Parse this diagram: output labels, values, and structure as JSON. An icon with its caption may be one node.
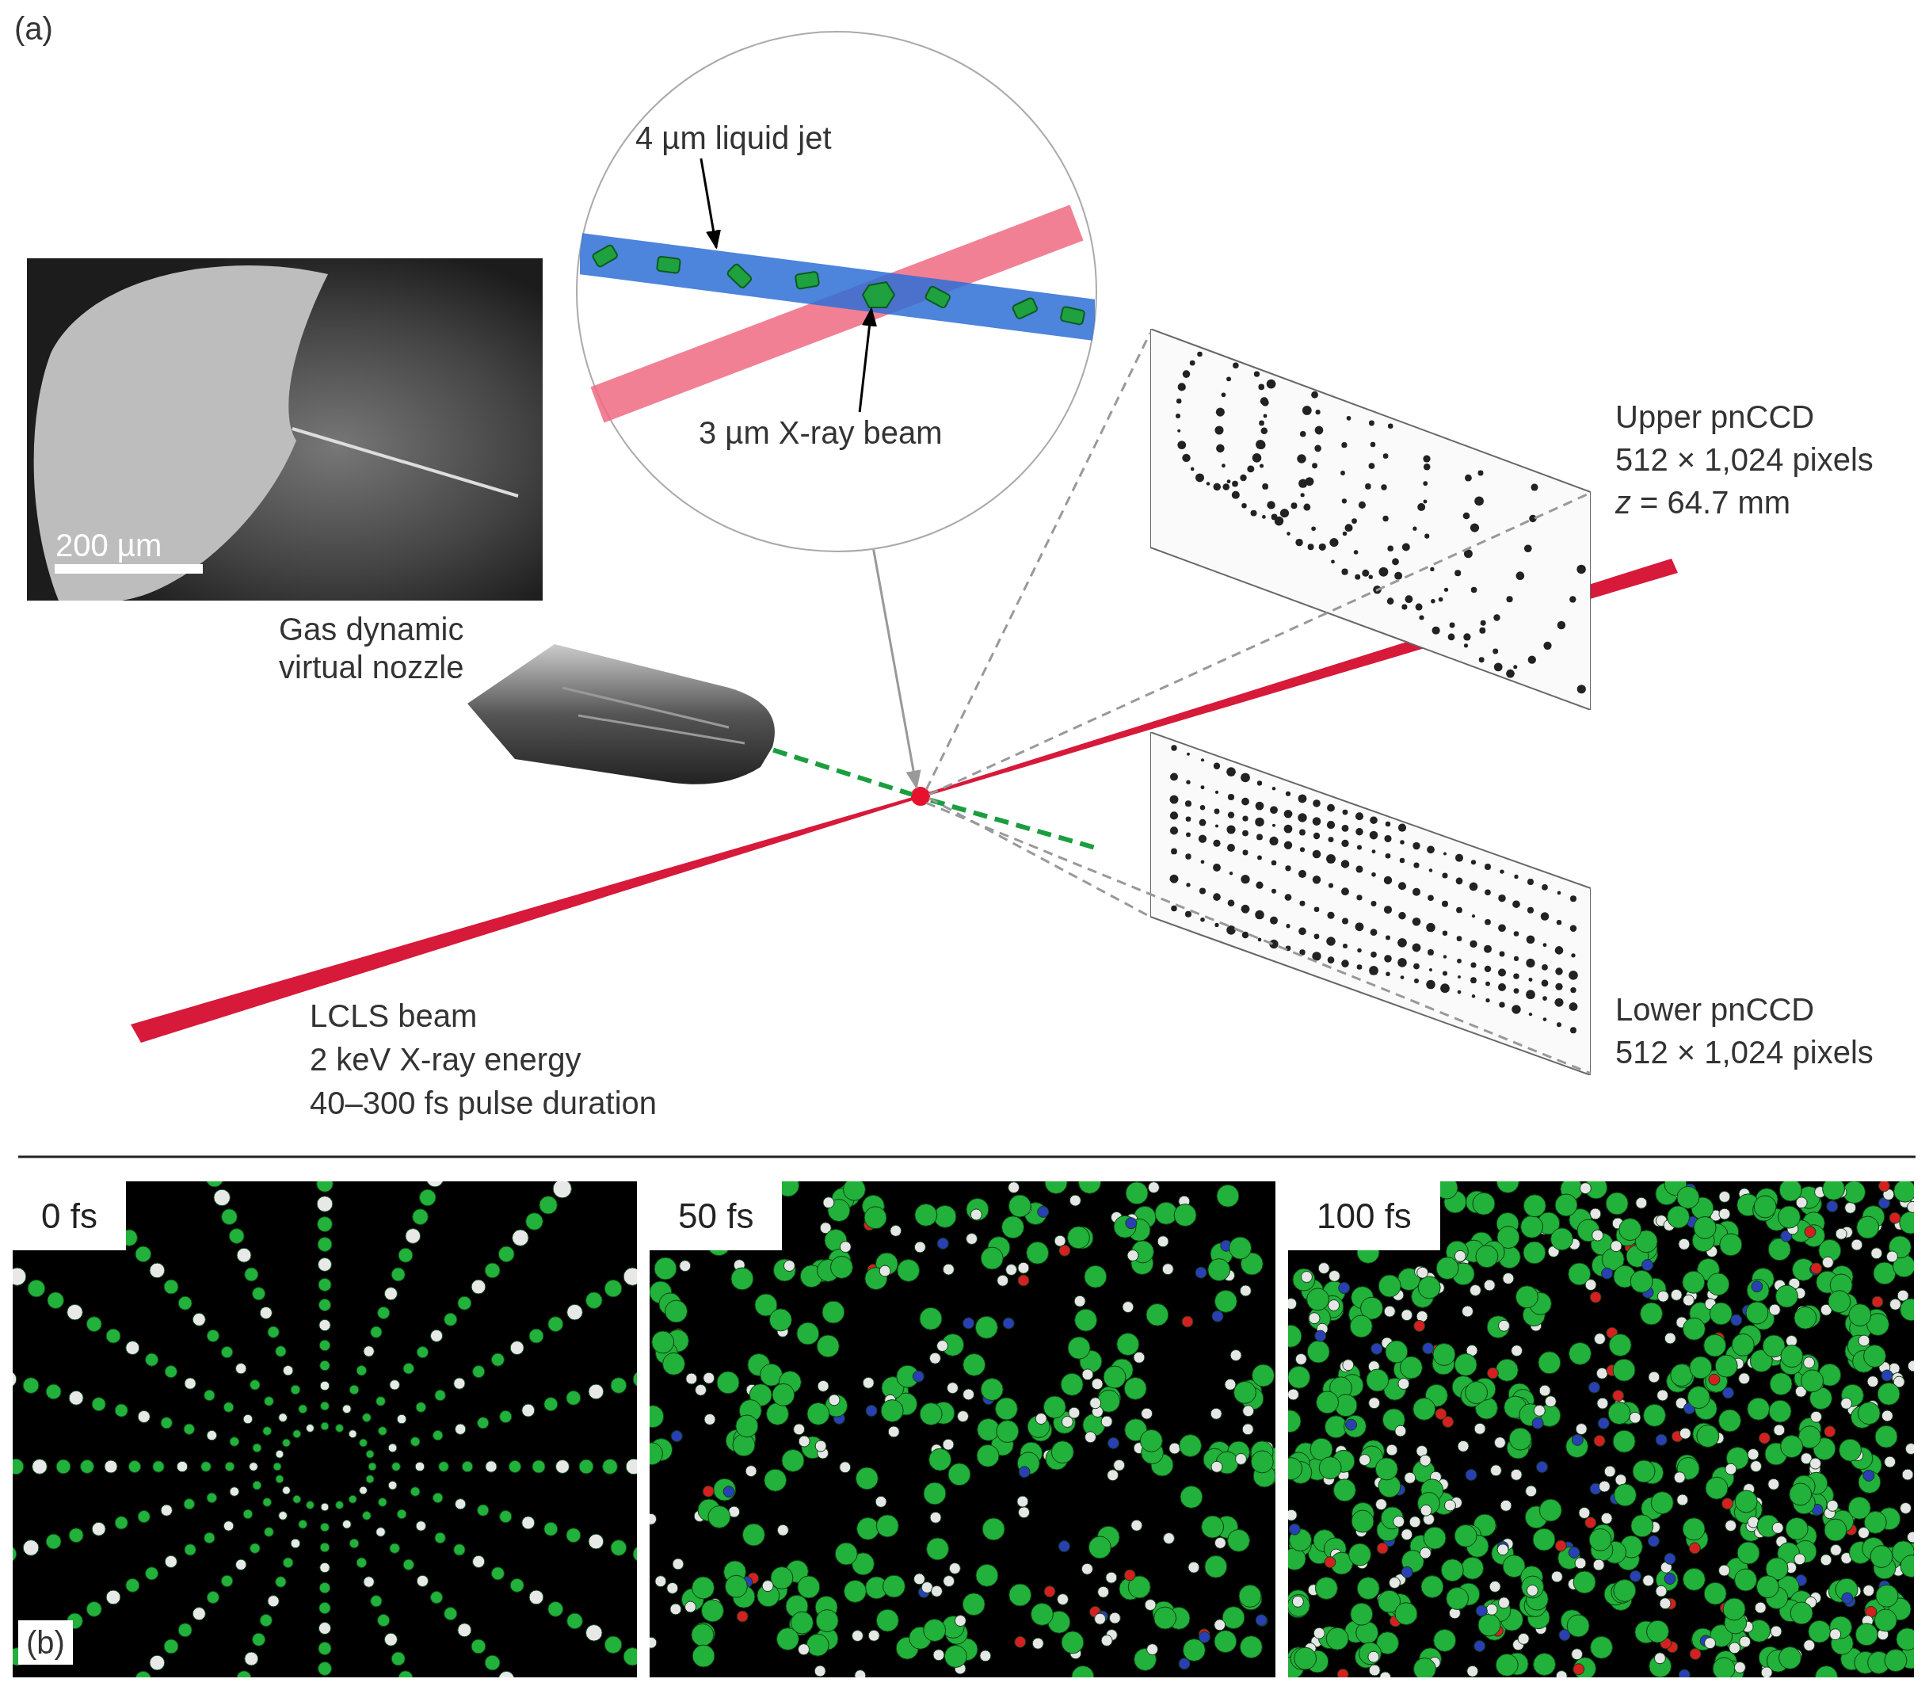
{
  "diagram": {
    "nodes": [
      {
        "text": [
          "200 µm"
        ]
      },
      {
        "text": [],
        "shape": "circle"
      },
      {
        "text": [
          "4 µm liquid jet"
        ],
        "in": 1
      },
      {
        "text": [],
        "shape": "picture",
        "in": 1
      },
      {
        "text": [
          "3 µm X-ray beam"
        ],
        "in": 1
      },
      {
        "text": [],
        "shape": "picture",
        "in": 3
      },
      {
        "text": [],
        "shape": "picture",
        "beside": [
          "Gas dynamic virtual nozzle"
        ]
      },
      {
        "text": [],
        "shape": "circle"
      },
      {
        "text": [],
        "shape": "picture",
        "beside": [
          "Upper pnCCD",
          "512 × 1,024 pixels",
          "*z* = 64.7 mm"
        ]
      },
      {
        "text": [],
        "shape": "picture",
        "beside": [
          "Lower pnCCD",
          "512 × 1,024 pixels"
        ]
      },
      {
        "text": [
          "0 fs"
        ]
      },
      {
        "text": [
          "50 fs"
        ]
      },
      {
        "text": [
          "100 fs"
        ]
      }
    ],
    "edges": [
      {
        "from": 2,
        "to": 3,
        "arrow": "to",
        "color": "#000000"
      },
      {
        "from": 4,
        "to": 5,
        "arrow": "to",
        "color": "#000000"
      },
      {
        "from": 1,
        "to": 7,
        "arrow": "to"
      },
      {
        "from": 7,
        "to": 8,
        "arrow": "none",
        "style": "dashed"
      },
      {
        "from": 7,
        "to": 8,
        "arrow": "none",
        "style": "dashed"
      },
      {
        "from": 7,
        "to": 9,
        "arrow": "none",
        "style": "dashed"
      },
      {
        "from": 7,
        "to": 9,
        "arrow": "none",
        "style": "dashed"
      },
      {
        "from": 6,
        "to": 7,
        "arrow": "none",
        "style": "dashed",
        "color": "#1a9e3f"
      }
    ],
    "labels": [
      "(a)",
      "LCLS beam",
      "2 keV X-ray energy",
      "40–300 fs pulse duration",
      "(b)"
    ]
  }
}
